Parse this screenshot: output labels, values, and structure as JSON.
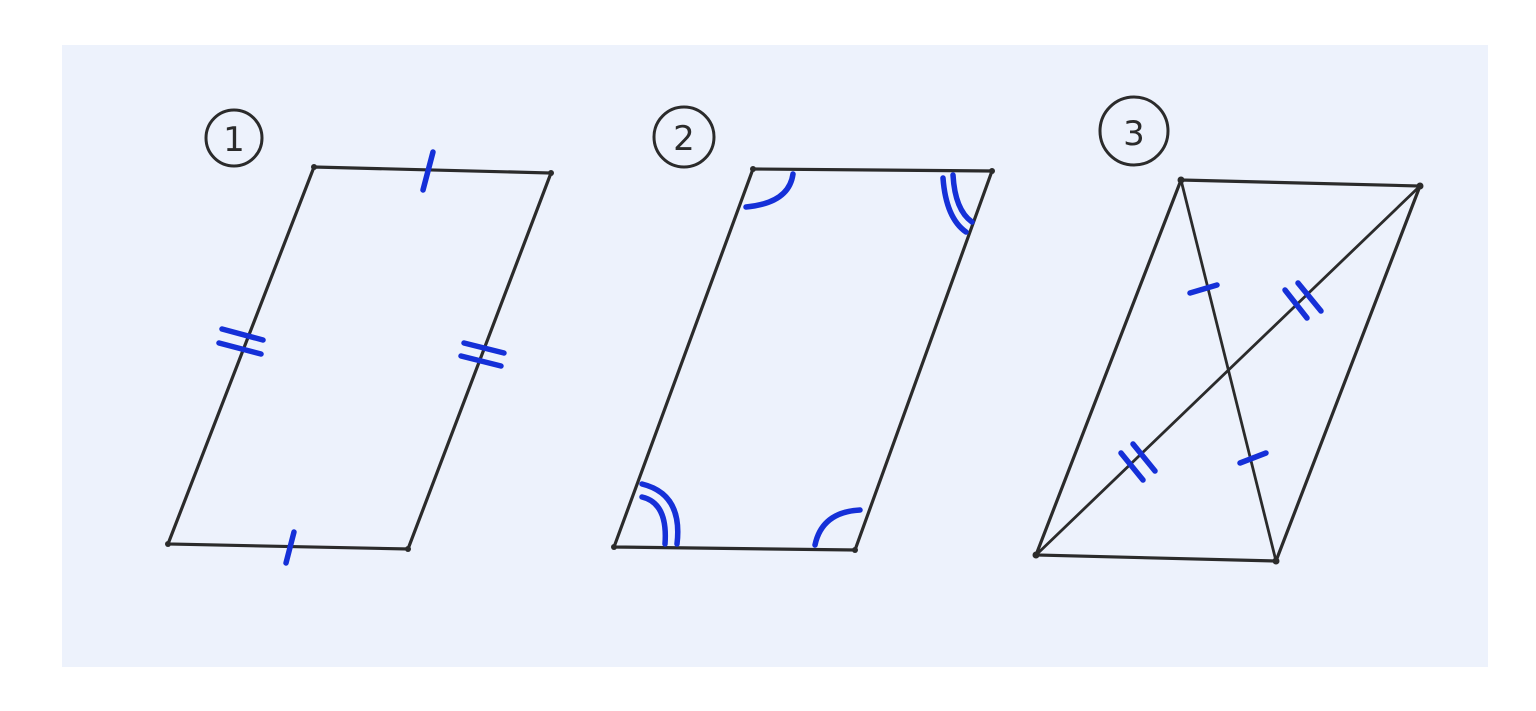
{
  "figures": [
    {
      "label": "1",
      "property": "opposite-sides-equal"
    },
    {
      "label": "2",
      "property": "opposite-angles-equal"
    },
    {
      "label": "3",
      "property": "diagonals-bisect-each-other"
    }
  ],
  "colors": {
    "background": "#edf2fc",
    "outline": "#2b2b2b",
    "marks": "#1530d8"
  }
}
